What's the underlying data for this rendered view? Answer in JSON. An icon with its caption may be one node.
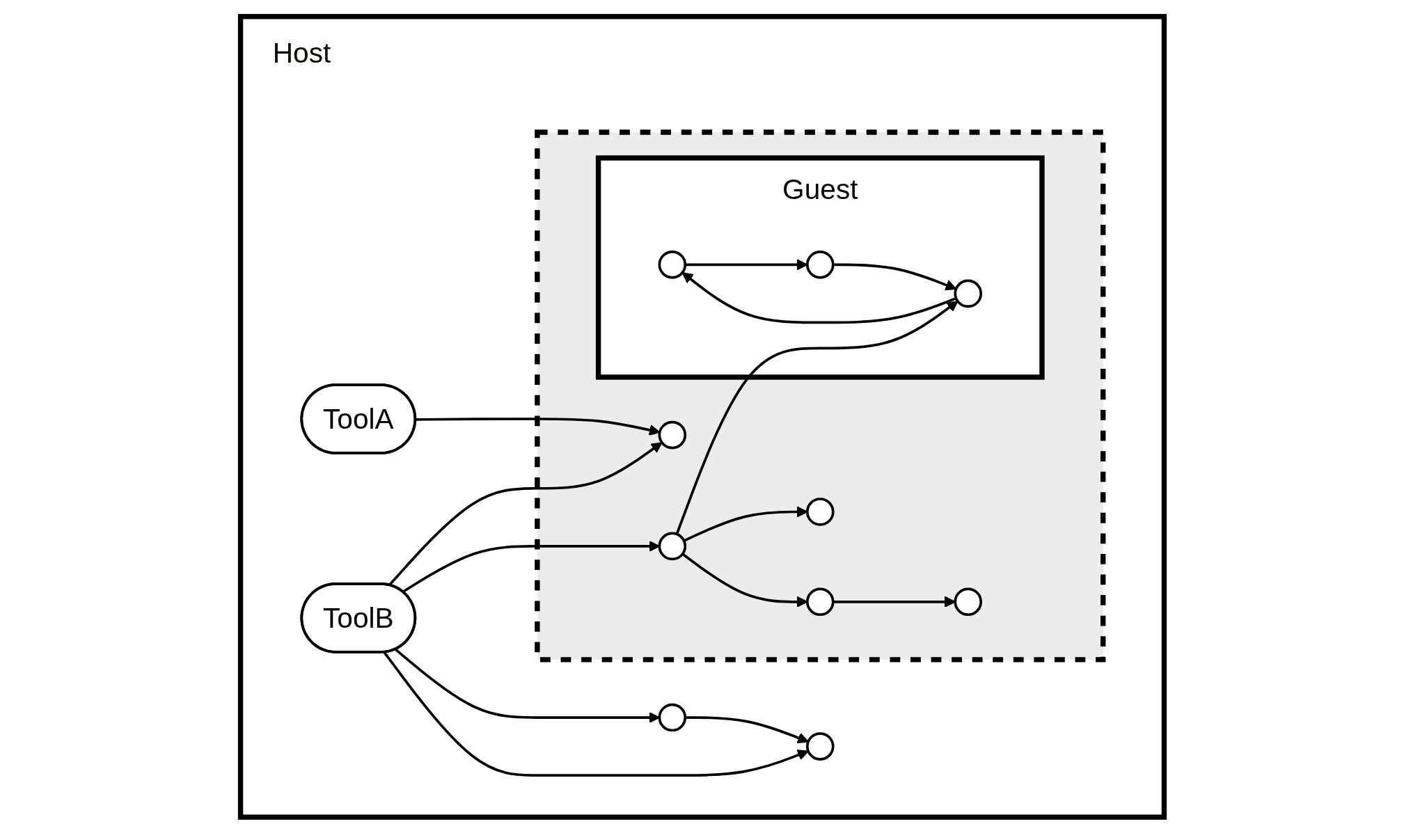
{
  "diagram": {
    "nodes": [
      {
        "text": [
          "Host"
        ]
      },
      {
        "text": [
          "ToolA"
        ],
        "in": 0
      },
      {
        "text": [
          "ToolB"
        ],
        "in": 0
      },
      {
        "text": [],
        "shape": "box",
        "in": 0
      },
      {
        "text": [],
        "shape": "circle",
        "in": 3
      },
      {
        "text": [
          "Guest"
        ],
        "in": 3
      },
      {
        "text": [],
        "shape": "circle",
        "in": 5
      },
      {
        "text": [],
        "shape": "circle",
        "in": 5
      },
      {
        "text": [],
        "shape": "circle",
        "in": 5
      },
      {
        "text": [],
        "shape": "circle",
        "in": 3
      },
      {
        "text": [],
        "shape": "circle",
        "in": 3
      },
      {
        "text": [],
        "shape": "circle",
        "in": 3
      },
      {
        "text": [],
        "shape": "circle",
        "in": 3
      },
      {
        "text": [],
        "shape": "circle",
        "in": 0
      },
      {
        "text": [],
        "shape": "circle",
        "in": 0
      }
    ],
    "edges": [
      {
        "from": 1,
        "to": 4,
        "arrow": "to"
      },
      {
        "from": 2,
        "to": 4,
        "arrow": "to"
      },
      {
        "from": 2,
        "to": 9,
        "arrow": "to"
      },
      {
        "from": 2,
        "to": 13,
        "arrow": "to"
      },
      {
        "from": 2,
        "to": 14,
        "arrow": "to"
      },
      {
        "from": 13,
        "to": 14,
        "arrow": "to"
      },
      {
        "from": 6,
        "to": 7,
        "arrow": "to"
      },
      {
        "from": 7,
        "to": 8,
        "arrow": "to"
      },
      {
        "from": 8,
        "to": 6,
        "arrow": "to"
      },
      {
        "from": 9,
        "to": 10,
        "arrow": "to"
      },
      {
        "from": 9,
        "to": 8,
        "arrow": "to"
      },
      {
        "from": 9,
        "to": 11,
        "arrow": "to"
      },
      {
        "from": 11,
        "to": 12,
        "arrow": "to"
      }
    ]
  }
}
